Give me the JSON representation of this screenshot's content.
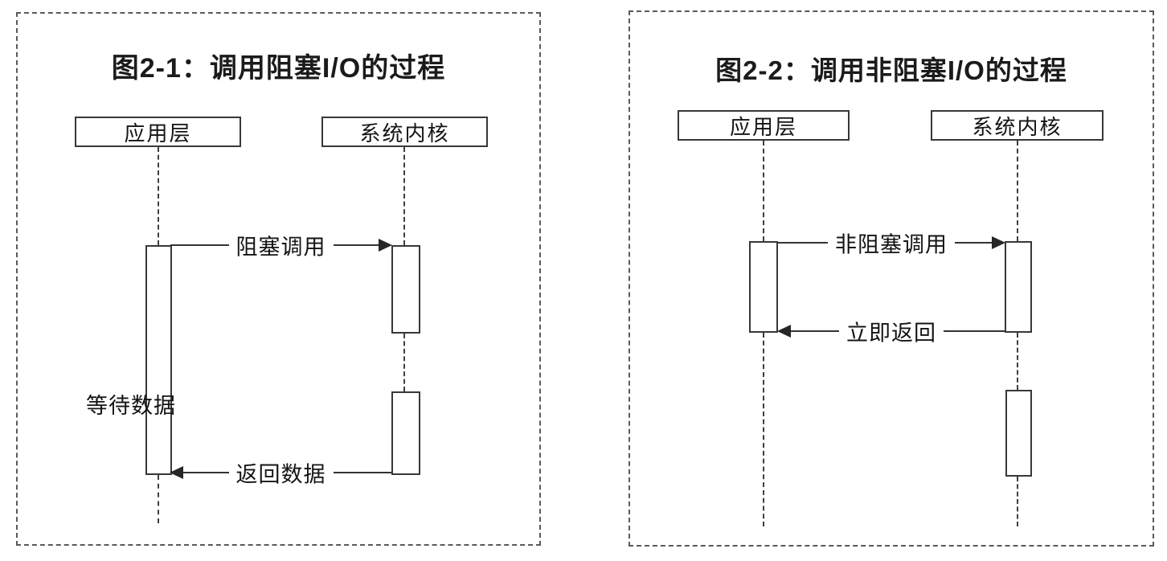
{
  "page": {
    "background": "#ffffff"
  },
  "colors": {
    "line": "#333333",
    "panel_border": "#5a5a5a",
    "title_text": "#1b1b1b",
    "label_text": "#141414",
    "shape_fill": "#ffffff"
  },
  "diagrams": [
    {
      "title": "图2-1：调用阻塞I/O的过程",
      "actors": [
        {
          "label": "应用层"
        },
        {
          "label": "系统内核"
        }
      ],
      "messages": [
        {
          "label": "阻塞调用",
          "direction": "left-to-right"
        },
        {
          "label": "返回数据",
          "direction": "right-to-left"
        }
      ],
      "annotations": [
        {
          "label": "等待数据"
        }
      ]
    },
    {
      "title": "图2-2：调用非阻塞I/O的过程",
      "actors": [
        {
          "label": "应用层"
        },
        {
          "label": "系统内核"
        }
      ],
      "messages": [
        {
          "label": "非阻塞调用",
          "direction": "left-to-right"
        },
        {
          "label": "立即返回",
          "direction": "right-to-left"
        }
      ],
      "annotations": []
    }
  ]
}
